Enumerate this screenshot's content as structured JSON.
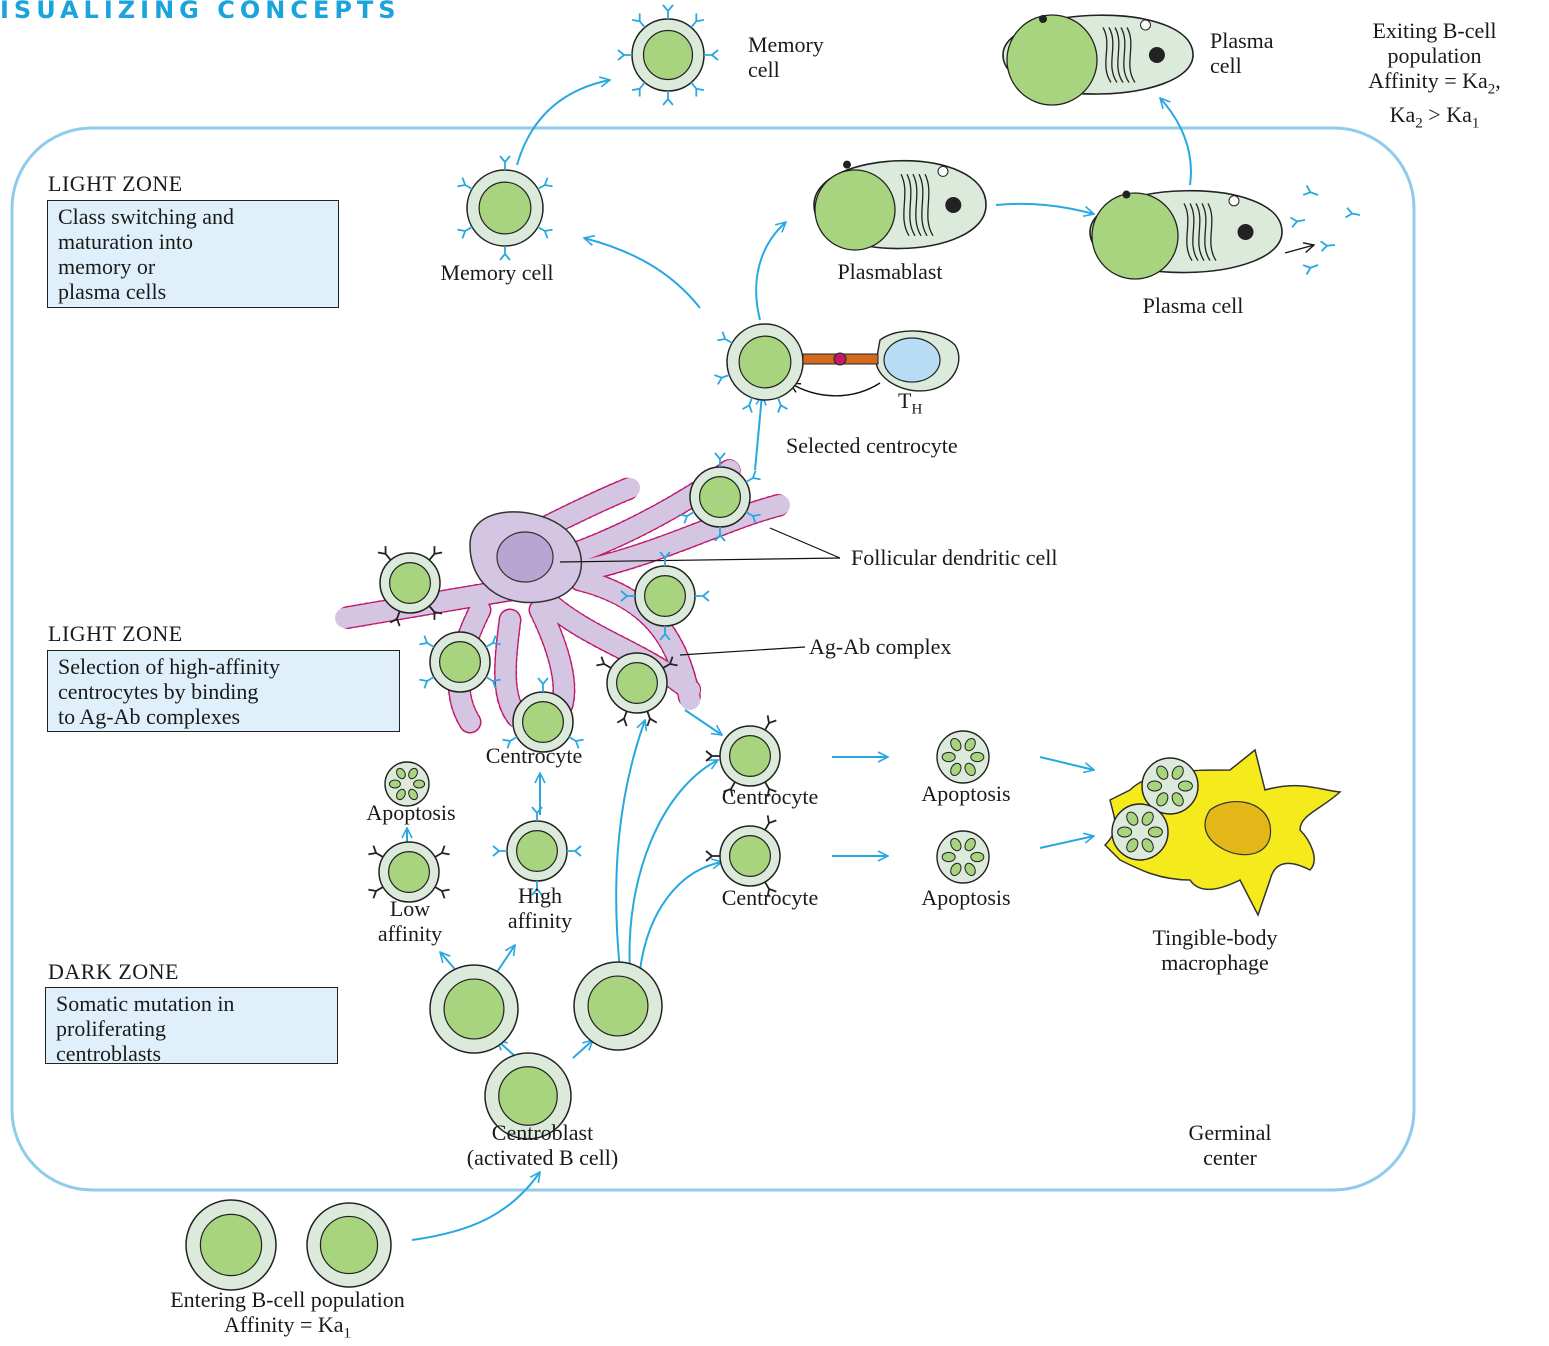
{
  "header": "ISUALIZING CONCEPTS",
  "zones": {
    "light_top_title": "LIGHT ZONE",
    "light_top_text": [
      "Class switching and",
      "maturation into",
      "memory or",
      "plasma cells"
    ],
    "light_mid_title": "LIGHT ZONE",
    "light_mid_text": [
      "Selection of high-affinity",
      "centrocytes by binding",
      "to Ag-Ab complexes"
    ],
    "dark_title": "DARK ZONE",
    "dark_text": [
      "Somatic mutation in",
      "proliferating",
      "centroblasts"
    ]
  },
  "labels": {
    "memory_cell_top": [
      "Memory",
      "cell"
    ],
    "plasma_cell_top": [
      "Plasma",
      "cell"
    ],
    "exiting": [
      "Exiting B-cell",
      "population"
    ],
    "exiting_affinity": "Affinity = Ka",
    "exiting_affinity_sub": "2",
    "exiting_relation_a": "Ka",
    "exiting_relation_a_sub": "2",
    "exiting_relation_op": " > Ka",
    "exiting_relation_b_sub": "1",
    "memory_cell": "Memory cell",
    "plasmablast": "Plasmablast",
    "plasma_cell": "Plasma cell",
    "th": "T",
    "th_sub": "H",
    "selected_centrocyte": "Selected centrocyte",
    "follicular_dendritic_cell": "Follicular dendritic cell",
    "ag_ab_complex": "Ag-Ab complex",
    "centrocyte_left": "Centrocyte",
    "apoptosis_left": "Apoptosis",
    "low_affinity": [
      "Low",
      "affinity"
    ],
    "high_affinity": [
      "High",
      "affinity"
    ],
    "centrocyte_right_1": "Centrocyte",
    "centrocyte_right_2": "Centrocyte",
    "apoptosis_right_1": "Apoptosis",
    "apoptosis_right_2": "Apoptosis",
    "tingible_body": [
      "Tingible-body",
      "macrophage"
    ],
    "centroblast": [
      "Centroblast",
      "(activated B cell)"
    ],
    "germinal_center": [
      "Germinal",
      "center"
    ],
    "entering": "Entering B-cell population",
    "entering_affinity": "Affinity = Ka",
    "entering_affinity_sub": "1"
  },
  "colors": {
    "arrow": "#29a8e0",
    "cell_outer": "#dbeadb",
    "cell_nucleus": "#a9d47f",
    "zone_box": "#dff0fb",
    "fdc": "#d4c6e2",
    "fdc_nucleus": "#b8a5d1",
    "ag_ab_dots": "#c0186a",
    "macrophage": "#f4ea1c",
    "th_cell": "#b9dcf5",
    "germinal_border": "#8fcbeb"
  }
}
